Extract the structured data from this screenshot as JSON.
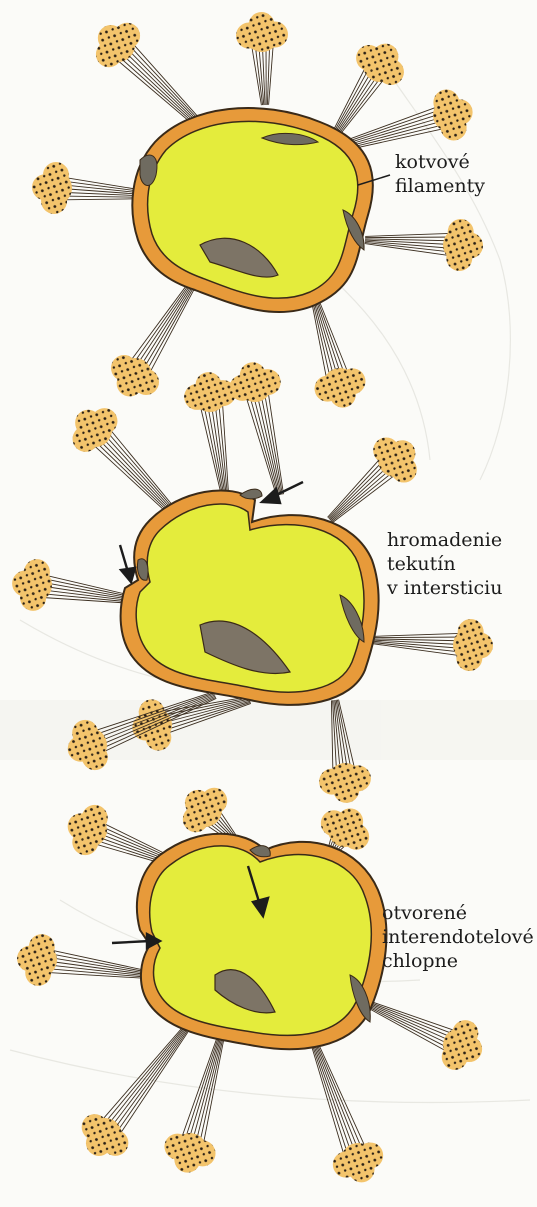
{
  "labels": {
    "anchoring_filaments": "kotvové\nfilamenty",
    "fluid_accumulation": "hromadenie\ntekutín\nv intersticiu",
    "open_flaps": "otvorené\ninterendotelové\nchlopne"
  },
  "colors": {
    "cell_fill": "#e4ec3c",
    "cell_wall": "#e79a3a",
    "wall_outline": "#3a2a18",
    "junction": "#6f6b60",
    "filament_blob": "#f3c46c",
    "dots": "#2a2015",
    "fiber": "#3b2e20",
    "nucleus": "#7d7466",
    "background_text": "#c9c9c2"
  }
}
